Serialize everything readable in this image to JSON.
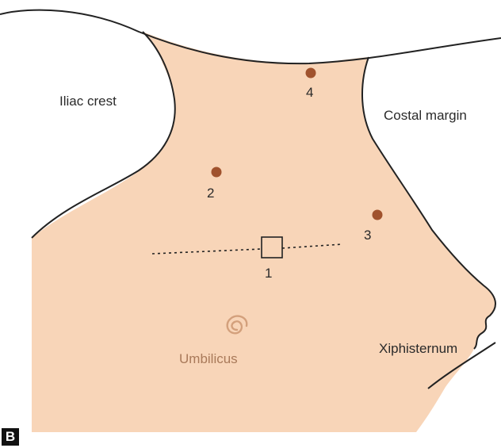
{
  "diagram": {
    "skin_color": "#f8d5b8",
    "outline_color": "#222222",
    "port_color": "#a0522d",
    "umbilicus_color": "#d3a07c",
    "labels": {
      "iliac_crest": "Iliac crest",
      "costal_margin": "Costal margin",
      "umbilicus": "Umbilicus",
      "xiphisternum": "Xiphisternum"
    },
    "ports": [
      {
        "id": "1",
        "label": "1",
        "shape": "square"
      },
      {
        "id": "2",
        "label": "2",
        "shape": "dot"
      },
      {
        "id": "3",
        "label": "3",
        "shape": "dot"
      },
      {
        "id": "4",
        "label": "4",
        "shape": "dot"
      }
    ],
    "panel_letter": "B"
  }
}
